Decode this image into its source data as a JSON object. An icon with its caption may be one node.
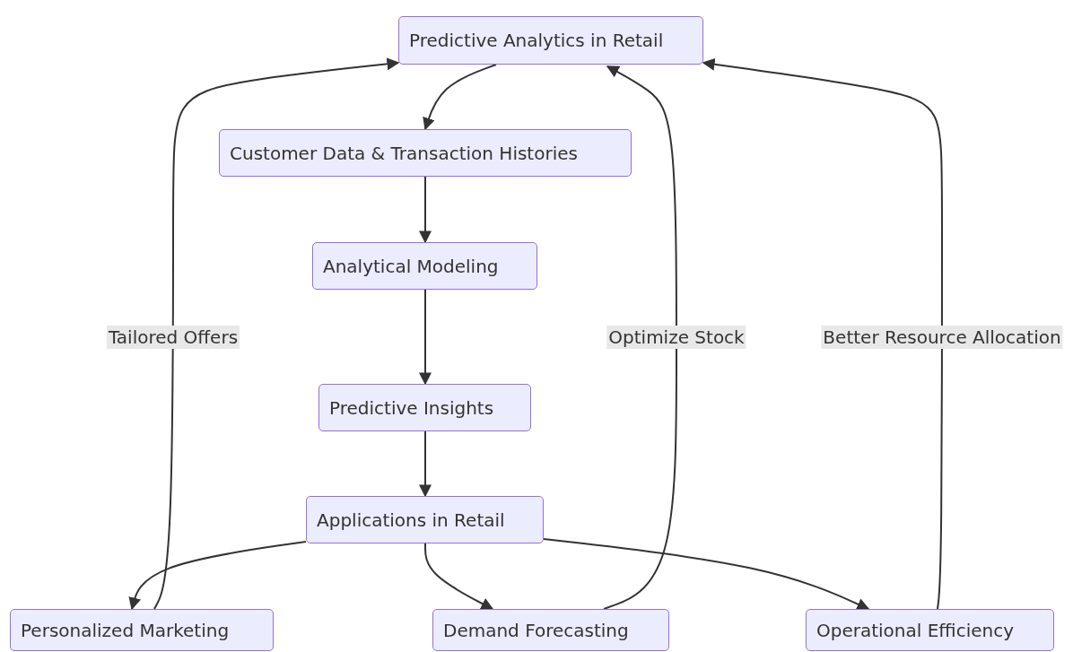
{
  "diagram": {
    "nodes": [
      {
        "text": [
          "Predictive Analytics in Retail"
        ]
      },
      {
        "text": [
          "Customer Data & Transaction Histories"
        ]
      },
      {
        "text": [
          "Analytical Modeling"
        ]
      },
      {
        "text": [
          "Predictive Insights"
        ]
      },
      {
        "text": [
          "Applications in Retail"
        ]
      },
      {
        "text": [
          "Personalized Marketing"
        ]
      },
      {
        "text": [
          "Demand Forecasting"
        ]
      },
      {
        "text": [
          "Operational Efficiency"
        ]
      }
    ],
    "edges": [
      {
        "from": 0,
        "to": 1,
        "arrow": "to"
      },
      {
        "from": 1,
        "to": 2,
        "arrow": "to"
      },
      {
        "from": 2,
        "to": 3,
        "arrow": "to"
      },
      {
        "from": 3,
        "to": 4,
        "arrow": "to"
      },
      {
        "from": 4,
        "to": 5,
        "arrow": "to"
      },
      {
        "from": 4,
        "to": 6,
        "arrow": "to"
      },
      {
        "from": 4,
        "to": 7,
        "arrow": "to"
      },
      {
        "from": 5,
        "to": 0,
        "arrow": "to",
        "label": "Tailored Offers"
      },
      {
        "from": 6,
        "to": 0,
        "arrow": "to",
        "label": "Optimize Stock"
      },
      {
        "from": 7,
        "to": 0,
        "arrow": "to",
        "label": "Better Resource Allocation"
      }
    ]
  }
}
